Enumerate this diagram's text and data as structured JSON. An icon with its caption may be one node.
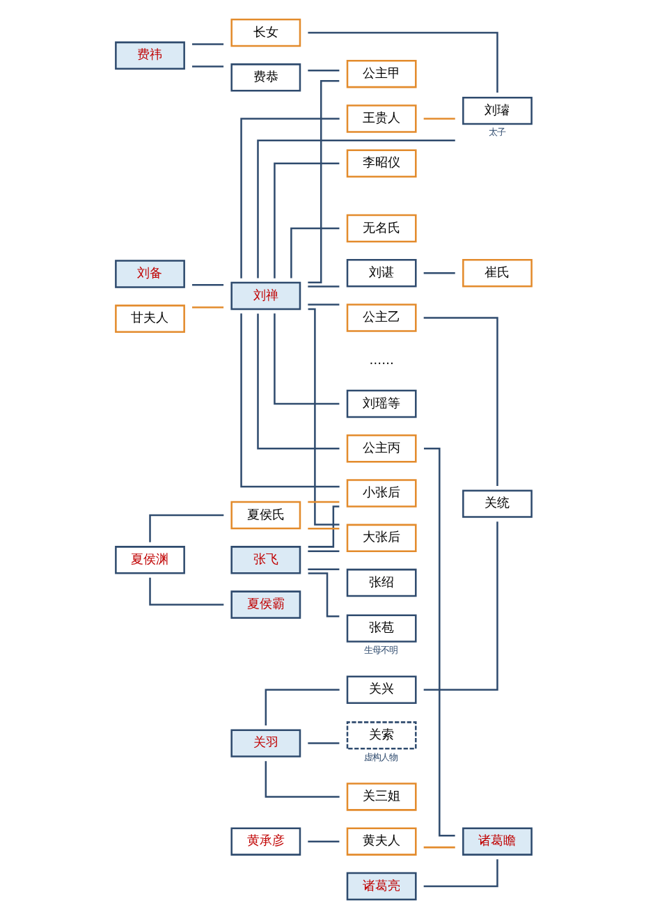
{
  "diagram": {
    "nodes": [
      {
        "text": [
          "费祎"
        ]
      },
      {
        "text": [
          "费恭"
        ]
      },
      {
        "text": [
          "长女"
        ]
      },
      {
        "text": [
          "王贵人"
        ]
      },
      {
        "text": [
          "刘璿"
        ],
        "beside": [
          "太子"
        ]
      },
      {
        "text": [
          "刘备"
        ]
      },
      {
        "text": [
          "甘夫人"
        ]
      },
      {
        "text": [
          "刘禅"
        ]
      },
      {
        "text": [
          "公主甲"
        ]
      },
      {
        "text": [
          "张苞"
        ],
        "beside": [
          "生母不明"
        ]
      },
      {
        "text": [
          "张飞"
        ]
      },
      {
        "text": [
          "刘瑶等"
        ]
      },
      {
        "text": [
          "张绍"
        ]
      },
      {
        "text": [
          "夏侯氏"
        ]
      },
      {
        "text": [
          "夏侯渊"
        ]
      },
      {
        "text": [
          "大张后"
        ]
      },
      {
        "text": [
          "夏侯霸"
        ]
      },
      {
        "text": [
          "刘谌"
        ]
      },
      {
        "text": [
          "小张后"
        ]
      },
      {
        "text": [
          "崔氏"
        ]
      },
      {
        "text": [
          "李昭仪"
        ]
      },
      {
        "text": [
          "公主乙"
        ]
      },
      {
        "text": [
          "无名氏"
        ]
      },
      {
        "text": [
          "黄承彦"
        ]
      },
      {
        "text": [
          "黄夫人"
        ]
      },
      {
        "text": [
          "公主丙"
        ]
      },
      {
        "text": [
          "诸葛亮"
        ]
      },
      {
        "text": [
          "诸葛瞻"
        ]
      },
      {
        "text": [
          "关兴"
        ]
      },
      {
        "text": [
          "关统"
        ]
      },
      {
        "text": [
          "关羽"
        ]
      },
      {
        "text": [
          "关三姐"
        ]
      },
      {
        "text": [
          "关索"
        ],
        "beside": [
          "虚构人物"
        ]
      }
    ],
    "edges": [
      {
        "from": 0,
        "to": 1,
        "arrow": "none"
      },
      {
        "from": 0,
        "to": 2,
        "arrow": "none"
      },
      {
        "from": 2,
        "to": 4,
        "arrow": "none"
      },
      {
        "from": 1,
        "to": 8,
        "arrow": "none"
      },
      {
        "from": 3,
        "to": 4,
        "arrow": "none",
        "color": "#e38b2c"
      },
      {
        "from": 5,
        "to": 7,
        "arrow": "none"
      },
      {
        "from": 6,
        "to": 7,
        "arrow": "none",
        "color": "#e38b2c"
      },
      {
        "from": 7,
        "to": 3,
        "arrow": "none"
      },
      {
        "from": 7,
        "to": 15,
        "arrow": "none"
      },
      {
        "from": 7,
        "to": 18,
        "arrow": "none"
      },
      {
        "from": 7,
        "to": 20,
        "arrow": "none"
      },
      {
        "from": 7,
        "to": 22,
        "arrow": "none"
      },
      {
        "from": 7,
        "to": 4,
        "arrow": "none"
      },
      {
        "from": 7,
        "to": 8,
        "arrow": "none"
      },
      {
        "from": 7,
        "to": 11,
        "arrow": "none"
      },
      {
        "from": 7,
        "to": 17,
        "arrow": "none"
      },
      {
        "from": 7,
        "to": 21,
        "arrow": "none"
      },
      {
        "from": 7,
        "to": 25,
        "arrow": "none"
      },
      {
        "from": 10,
        "to": 9,
        "arrow": "none"
      },
      {
        "from": 10,
        "to": 12,
        "arrow": "none"
      },
      {
        "from": 10,
        "to": 15,
        "arrow": "none"
      },
      {
        "from": 10,
        "to": 18,
        "arrow": "none"
      },
      {
        "from": 13,
        "to": 15,
        "arrow": "none",
        "color": "#e38b2c"
      },
      {
        "from": 13,
        "to": 18,
        "arrow": "none",
        "color": "#e38b2c"
      },
      {
        "from": 14,
        "to": 13,
        "arrow": "none"
      },
      {
        "from": 14,
        "to": 16,
        "arrow": "none"
      },
      {
        "from": 17,
        "to": 19,
        "arrow": "none"
      },
      {
        "from": 21,
        "to": 29,
        "arrow": "none"
      },
      {
        "from": 25,
        "to": 27,
        "arrow": "none"
      },
      {
        "from": 23,
        "to": 24,
        "arrow": "none"
      },
      {
        "from": 24,
        "to": 27,
        "arrow": "none",
        "color": "#e38b2c"
      },
      {
        "from": 26,
        "to": 27,
        "arrow": "none"
      },
      {
        "from": 30,
        "to": 28,
        "arrow": "none"
      },
      {
        "from": 30,
        "to": 31,
        "arrow": "none"
      },
      {
        "from": 30,
        "to": 32,
        "arrow": "none"
      },
      {
        "from": 28,
        "to": 29,
        "arrow": "none"
      }
    ],
    "labels": [
      "……"
    ]
  }
}
